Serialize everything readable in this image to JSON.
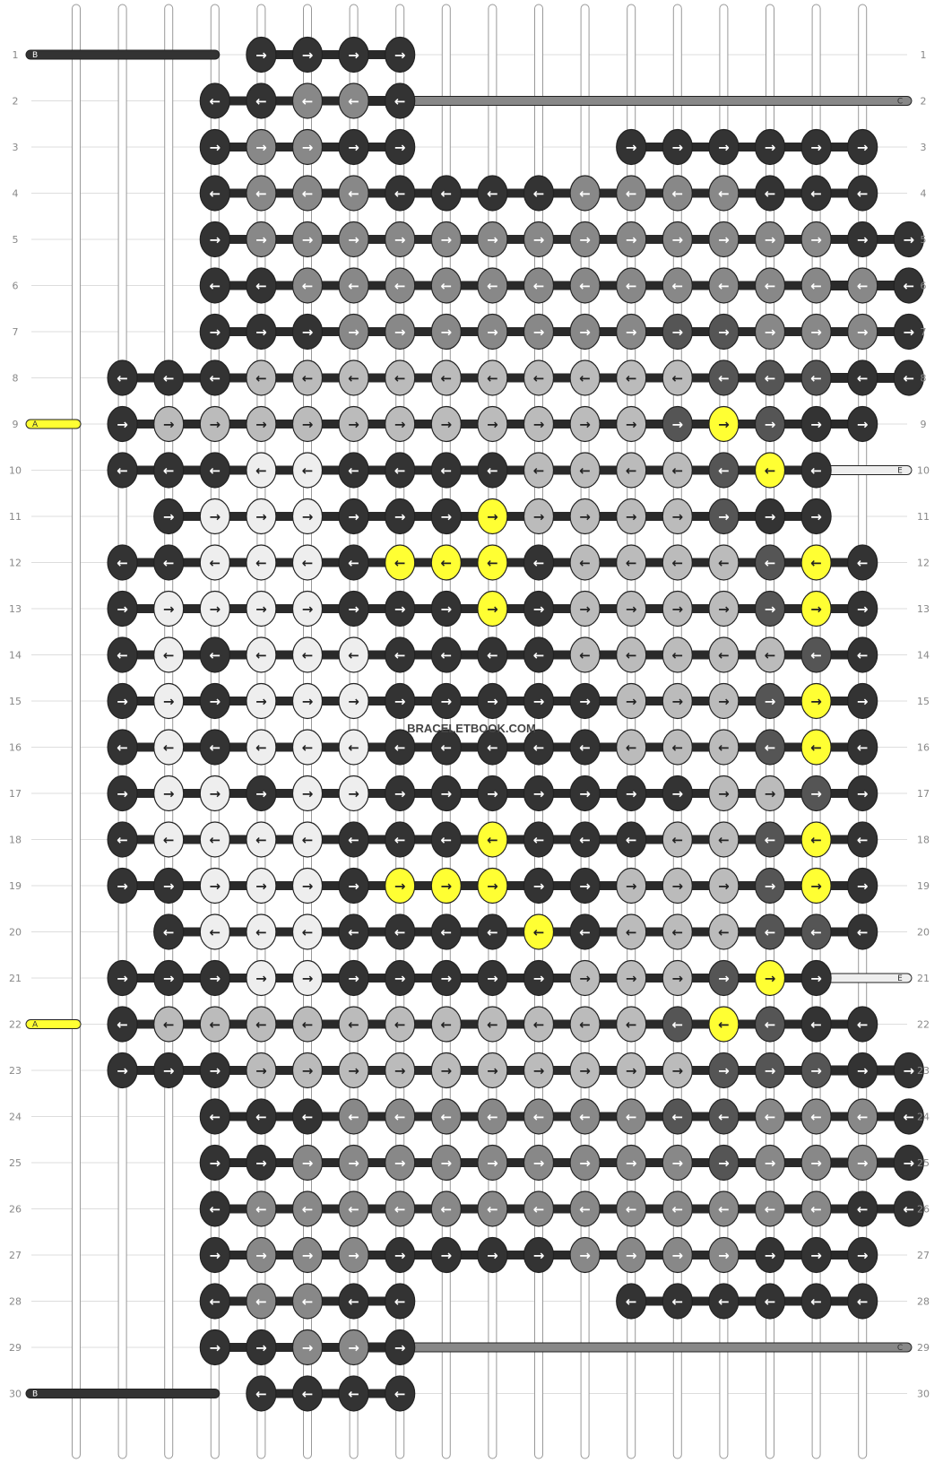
{
  "watermark": "BRACELETBOOK.COM",
  "colors": {
    "A": "#ffff33",
    "B": "#333333",
    "C": "#888888",
    "D": "#bbbbbb",
    "E": "#eeeeee",
    "F": "#555555"
  },
  "strands_top": [
    "E",
    "E",
    "D",
    "C",
    "B",
    "B",
    "B",
    "B",
    "F",
    "F",
    "F",
    "F",
    "F",
    "C",
    "D",
    "F",
    "B",
    "B"
  ],
  "left_inputs": [
    {
      "row": 1,
      "letter": "B"
    },
    {
      "row": 9,
      "letter": "A"
    },
    {
      "row": 22,
      "letter": "A"
    },
    {
      "row": 30,
      "letter": "B"
    }
  ],
  "right_outputs": [
    {
      "row": 2,
      "letter": "C"
    },
    {
      "row": 6,
      "letter": "F"
    },
    {
      "row": 8,
      "letter": "D"
    },
    {
      "row": 10,
      "letter": "E"
    },
    {
      "row": 21,
      "letter": "E"
    },
    {
      "row": 23,
      "letter": "D"
    },
    {
      "row": 25,
      "letter": "F"
    },
    {
      "row": 29,
      "letter": "C"
    }
  ],
  "row_labels": [
    "1",
    "2",
    "3",
    "4",
    "5",
    "6",
    "7",
    "8",
    "9",
    "10",
    "11",
    "12",
    "13",
    "14",
    "15",
    "16",
    "17",
    "18",
    "19",
    "20",
    "21",
    "22",
    "23",
    "24",
    "25",
    "26",
    "27",
    "28",
    "29",
    "30"
  ],
  "knot_rows": [
    {
      "row": 1,
      "start": 4,
      "colors": "BBBB",
      "dirs": "RRRR"
    },
    {
      "row": 2,
      "start": 3,
      "colors": "BBCCB",
      "dirs": "LLLLL"
    },
    {
      "row": 3,
      "start": 3,
      "colors": "BCCBB....BBBBBB",
      "dirs": "RRRRR....RRRRRR"
    },
    {
      "row": 4,
      "start": 3,
      "colors": "BCCCBBBBCCCCBBB",
      "dirs": "LLLLLLLLLLLLLLL"
    },
    {
      "row": 5,
      "start": 3,
      "colors": "BCCCCCCCCCCCCCBB",
      "dirs": "RRRRRRRRRRRRRRRR"
    },
    {
      "row": 6,
      "start": 3,
      "colors": "BBCCCCCCCCCCCCCB",
      "dirs": "LLLLLLLLLLLLLLLL"
    },
    {
      "row": 7,
      "start": 3,
      "colors": "BBBCCCCCCCFFCCCB",
      "dirs": "RRRRRRRRRRRRRRRR"
    },
    {
      "row": 8,
      "start": 1,
      "colors": "BBBDDDDDDDDDDFFFBB",
      "dirs": "LLLLLLLLLLLLLLLLLL"
    },
    {
      "row": 9,
      "start": 1,
      "colors": "BDDDDDDDDDDDFAFBB",
      "dirs": "RRRRRRRRRRRRRRRRR"
    },
    {
      "row": 10,
      "start": 1,
      "colors": "BBBEEBBBBDDDDFAB",
      "dirs": "LLLLLLLLLLLLLLLL"
    },
    {
      "row": 11,
      "start": 2,
      "colors": "BEEEBBBADDDDFBB",
      "dirs": "RRRRRRRRRRRRRRR"
    },
    {
      "row": 12,
      "start": 1,
      "colors": "BBEEEBAAABDDDDFAB",
      "dirs": "LLLLLLLLLLLLLLLLL"
    },
    {
      "row": 13,
      "start": 1,
      "colors": "BEEEEBBBABDDDDFAB",
      "dirs": "RRRRRRRRRRRRRRRRR"
    },
    {
      "row": 14,
      "start": 1,
      "colors": "BEBEEEBBBBDDDDDFB",
      "dirs": "LLLLLLLLLLLLLLLLL"
    },
    {
      "row": 15,
      "start": 1,
      "colors": "BEBEEEBBBBBDDDFAB",
      "dirs": "RRRRRRRRRRRRRRRRR"
    },
    {
      "row": 16,
      "start": 1,
      "colors": "BEBEEEBBBBBDDDFAB",
      "dirs": "LLLLLLLLLLLLLLLLL"
    },
    {
      "row": 17,
      "start": 1,
      "colors": "BEEBEEBBBBBBBDDFB",
      "dirs": "RRRRRRRRRRRRRRRRR"
    },
    {
      "row": 18,
      "start": 1,
      "colors": "BEEEEBBBABBBDDFAB",
      "dirs": "LLLLLLLLLLLLLLLLL"
    },
    {
      "row": 19,
      "start": 1,
      "colors": "BBEEEBAAABBDDDFAB",
      "dirs": "RRRRRRRRRRRRRRRRR"
    },
    {
      "row": 20,
      "start": 2,
      "colors": "BEEEBBBBABDDDFFB",
      "dirs": "LLLLLLLLLLLLLLLL"
    },
    {
      "row": 21,
      "start": 1,
      "colors": "BBBEEBBBBBDDDFAB",
      "dirs": "RRRRRRRRRRRRRRRR"
    },
    {
      "row": 22,
      "start": 1,
      "colors": "BDDDDDDDDDDDFAFBB",
      "dirs": "LLLLLLLLLLLLLLLLL"
    },
    {
      "row": 23,
      "start": 1,
      "colors": "BBBDDDDDDDDDDFFFBB",
      "dirs": "RRRRRRRRRRRRRRRRRR"
    },
    {
      "row": 24,
      "start": 3,
      "colors": "BBBCCCCCCCFFCCCB",
      "dirs": "LLLLLLLLLLLLLLLL"
    },
    {
      "row": 25,
      "start": 3,
      "colors": "BBCCCCCCCCCFCCCB",
      "dirs": "RRRRRRRRRRRRRRRR"
    },
    {
      "row": 26,
      "start": 3,
      "colors": "BCCCCCCCCCCCCCBB",
      "dirs": "LLLLLLLLLLLLLLLL"
    },
    {
      "row": 27,
      "start": 3,
      "colors": "BCCCBBBBCCCCBBB",
      "dirs": "RRRRRRRRRRRRRRR"
    },
    {
      "row": 28,
      "start": 3,
      "colors": "BCCBB....BBBBBB",
      "dirs": "LLLLL....LLLLLL"
    },
    {
      "row": 29,
      "start": 3,
      "colors": "BBCCB",
      "dirs": "RRRRR"
    },
    {
      "row": 30,
      "start": 4,
      "colors": "BBBB",
      "dirs": "LLLL"
    }
  ]
}
